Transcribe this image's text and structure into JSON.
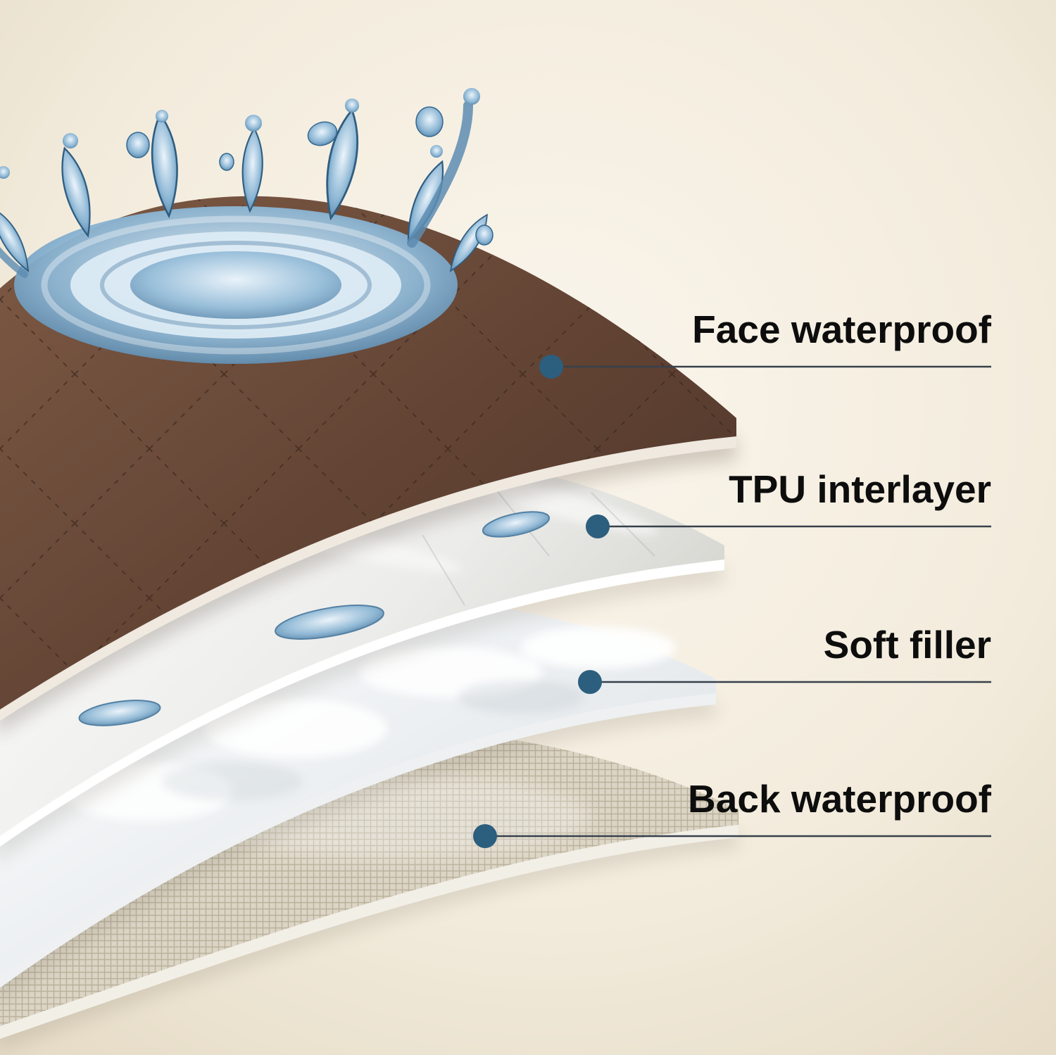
{
  "illustration": {
    "type": "product-layer-diagram",
    "background": {
      "center": "#faf5ec",
      "edge": "#e3d8c2"
    },
    "annotation": {
      "dot_color": "#2c5e7d",
      "line_color": "#37414b",
      "text_color": "#0d0d0d"
    },
    "water": {
      "light": "#ebf4fb",
      "mid": "#8db7d5",
      "dark": "#38678e"
    },
    "layers": [
      {
        "label": "Face waterproof",
        "surface_light": "#7d5a45",
        "surface_dark": "#4d352a",
        "stitch": "#3c281e"
      },
      {
        "label": "TPU interlayer",
        "surface_light": "#fdfdfc",
        "surface_dark": "#d3d3cd"
      },
      {
        "label": "Soft filler",
        "surface_light": "#ffffff",
        "surface_dark": "#dde3e7"
      },
      {
        "label": "Back waterproof",
        "surface_light": "#dcd5c5",
        "surface_dark": "#b3aa94"
      }
    ]
  }
}
